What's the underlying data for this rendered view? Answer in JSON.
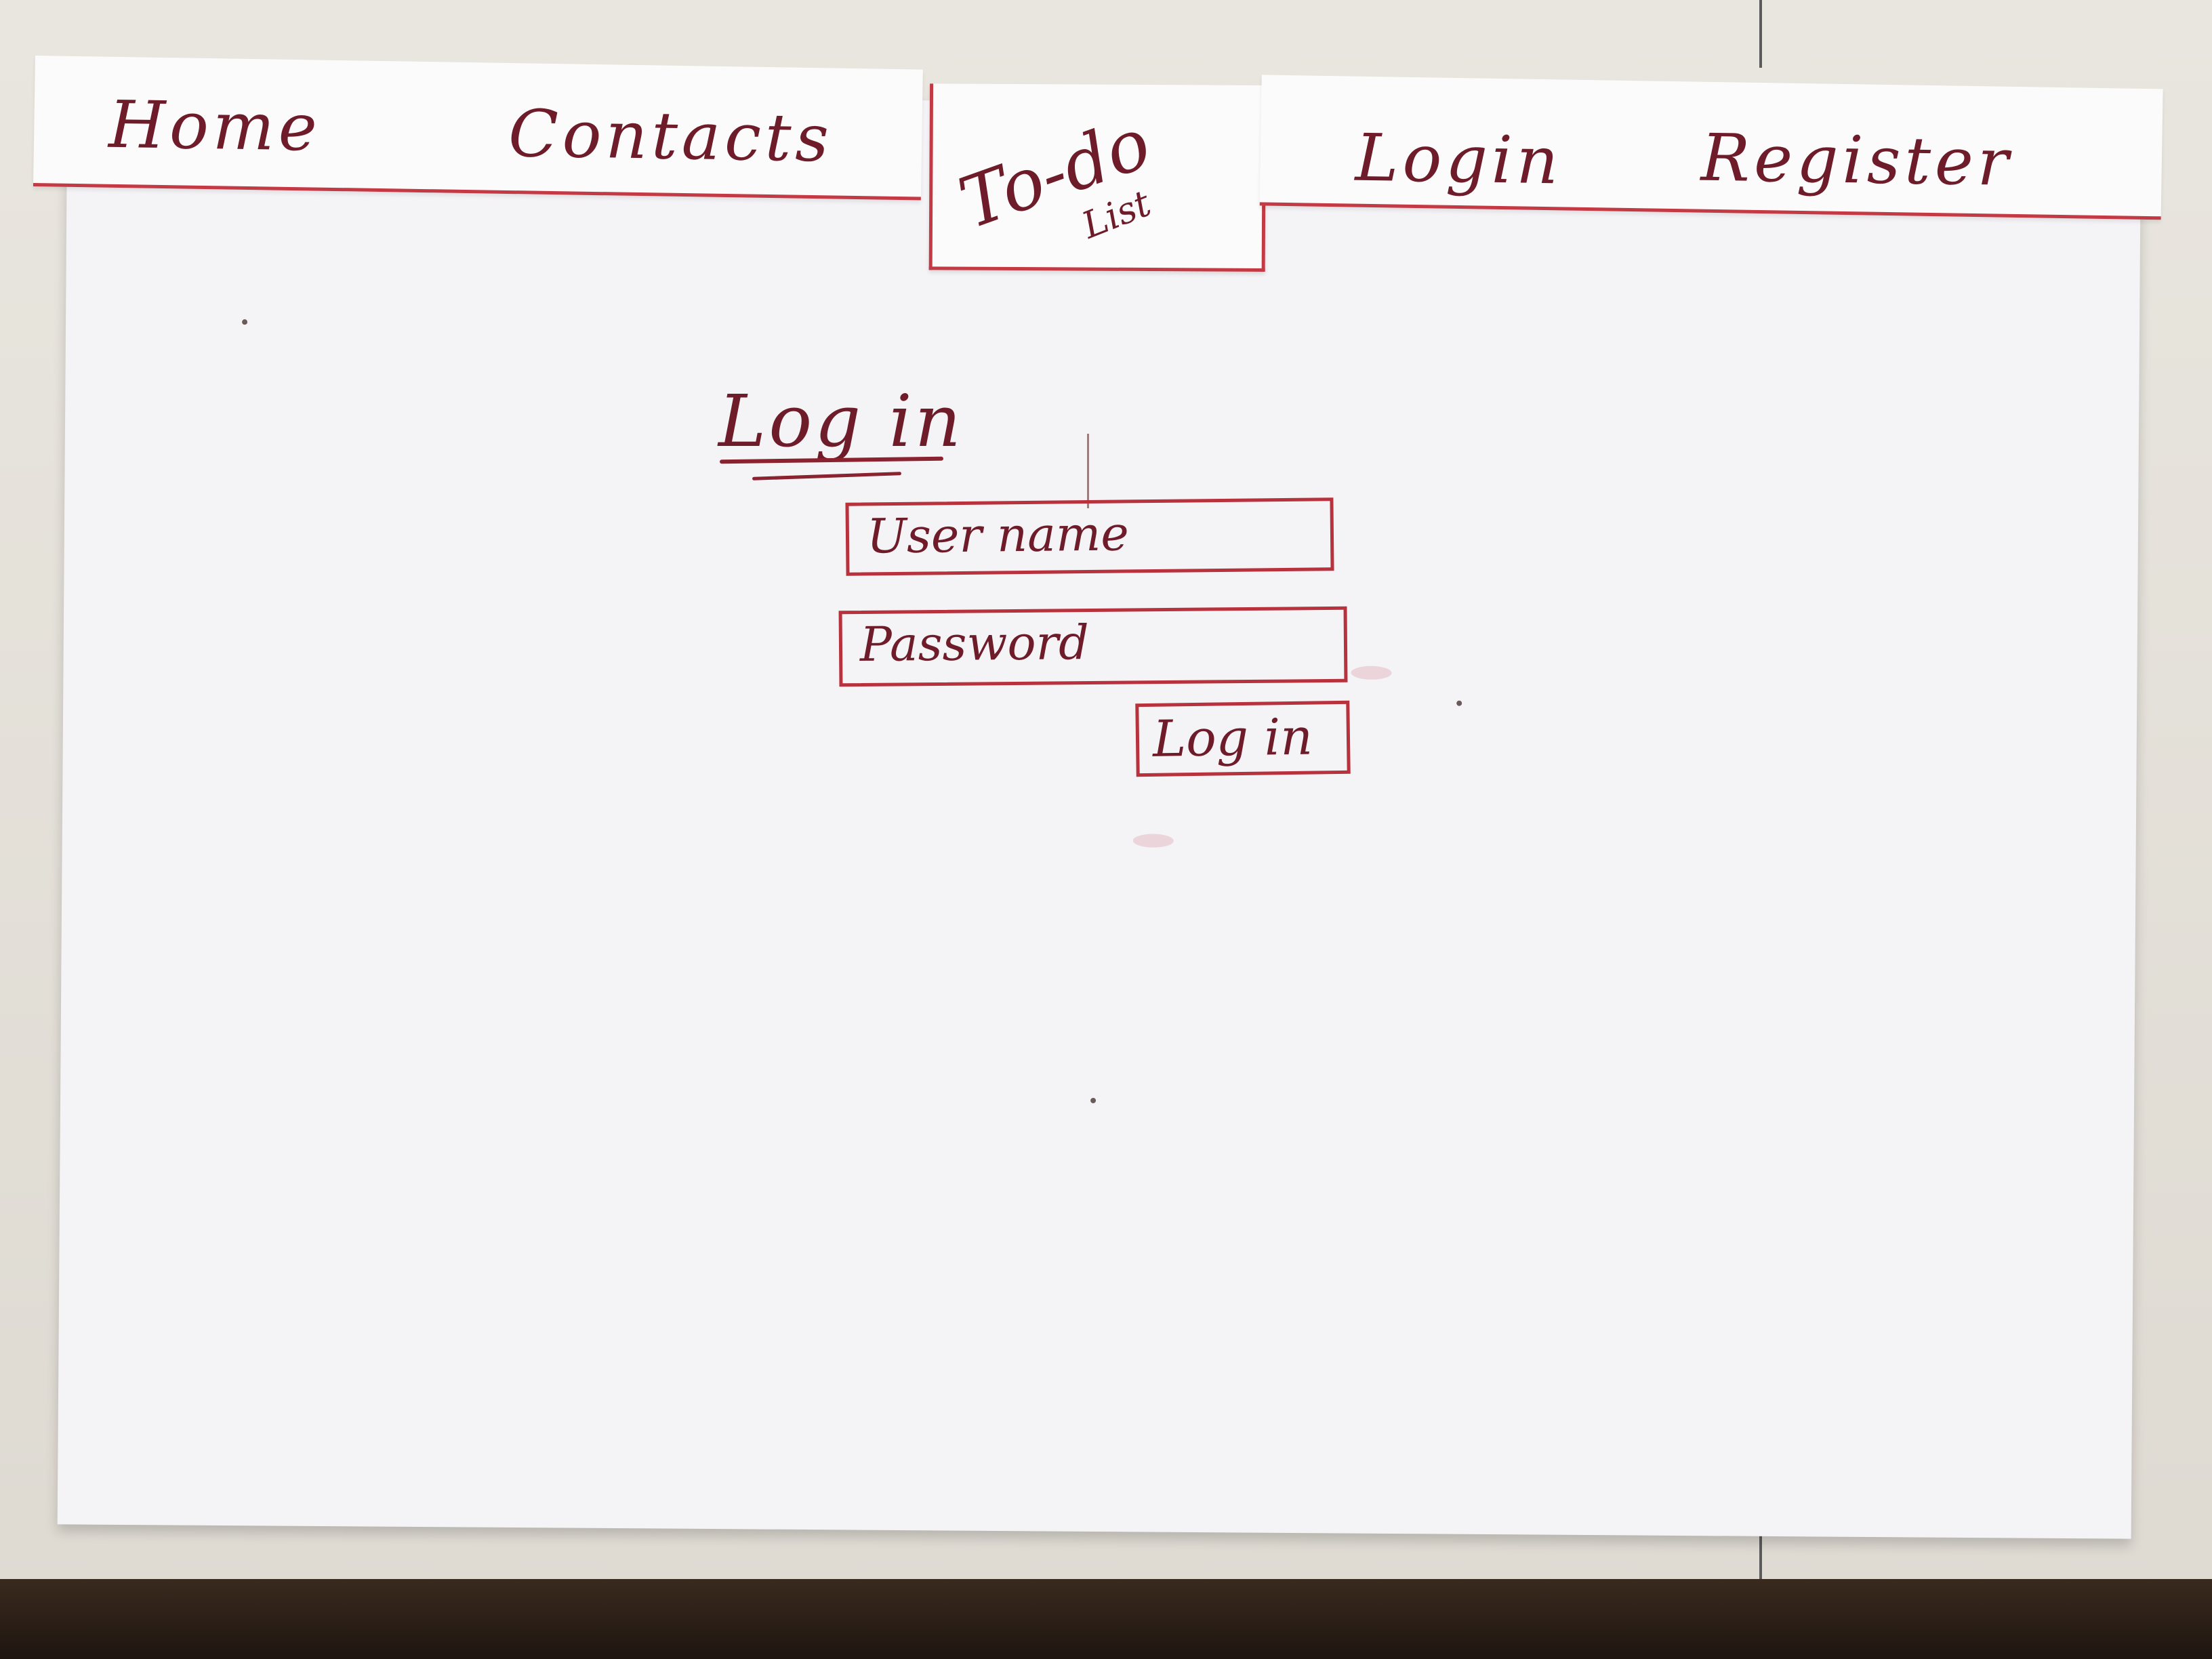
{
  "nav": {
    "home": "Home",
    "contacts": "Contacts",
    "todo_title": "To-do",
    "todo_subtitle": "List",
    "login": "Login",
    "register": "Register"
  },
  "login_form": {
    "heading": "Log in",
    "username_placeholder": "User name",
    "password_placeholder": "Password",
    "submit_label": "Log in"
  },
  "colors": {
    "ink": "#6e1c2a",
    "border": "#c43a44",
    "paper": "#f4f3f6"
  }
}
